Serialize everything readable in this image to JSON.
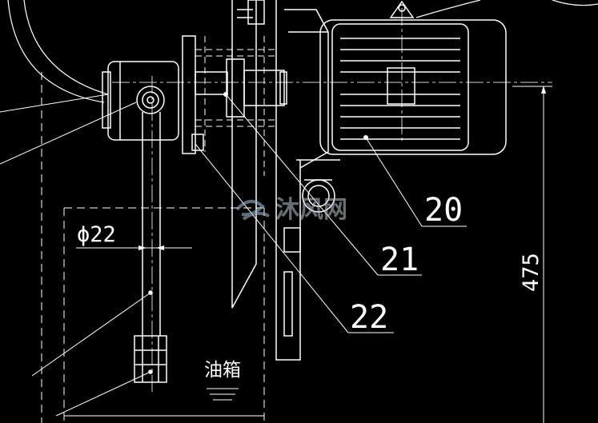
{
  "drawing": {
    "background": "#000000",
    "line_color": "#ffffff",
    "centerline_color": "#cfcfcf"
  },
  "labels": {
    "part_20": "20",
    "part_21": "21",
    "part_22": "22",
    "diameter": "ϕ22",
    "dimension_height": "475",
    "tank_label": "油箱"
  },
  "watermark": {
    "text": "沐风网",
    "icon": "wind-logo-icon"
  }
}
